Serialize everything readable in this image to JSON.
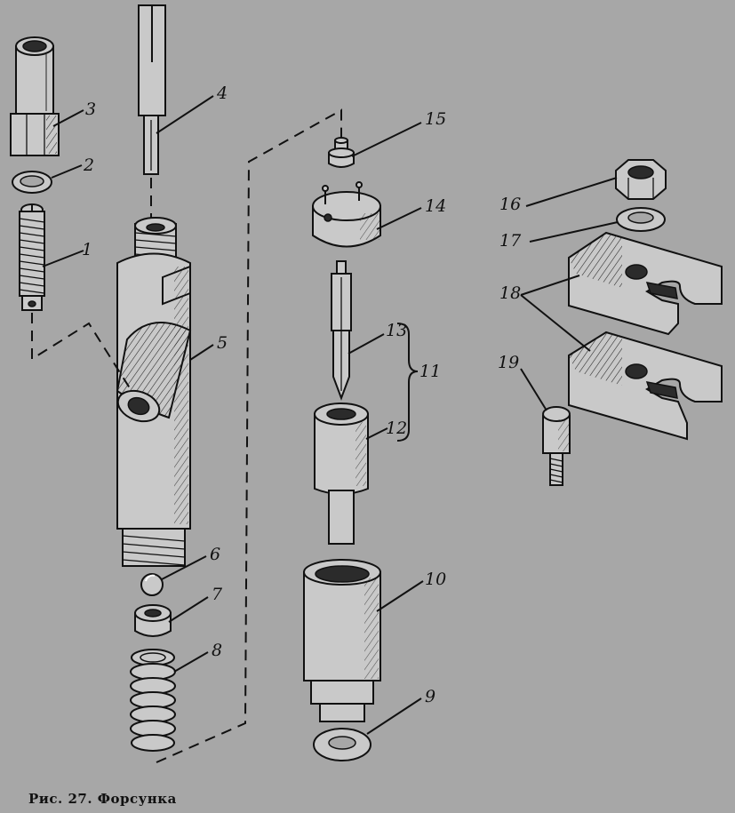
{
  "caption": "Рис. 27. Форсунка",
  "callouts": {
    "c1": "1",
    "c2": "2",
    "c3": "3",
    "c4": "4",
    "c5": "5",
    "c6": "6",
    "c7": "7",
    "c8": "8",
    "c9": "9",
    "c10": "10",
    "c11": "11",
    "c12": "12",
    "c13": "13",
    "c14": "14",
    "c15": "15",
    "c16": "16",
    "c17": "17",
    "c18": "18",
    "c19": "19"
  }
}
